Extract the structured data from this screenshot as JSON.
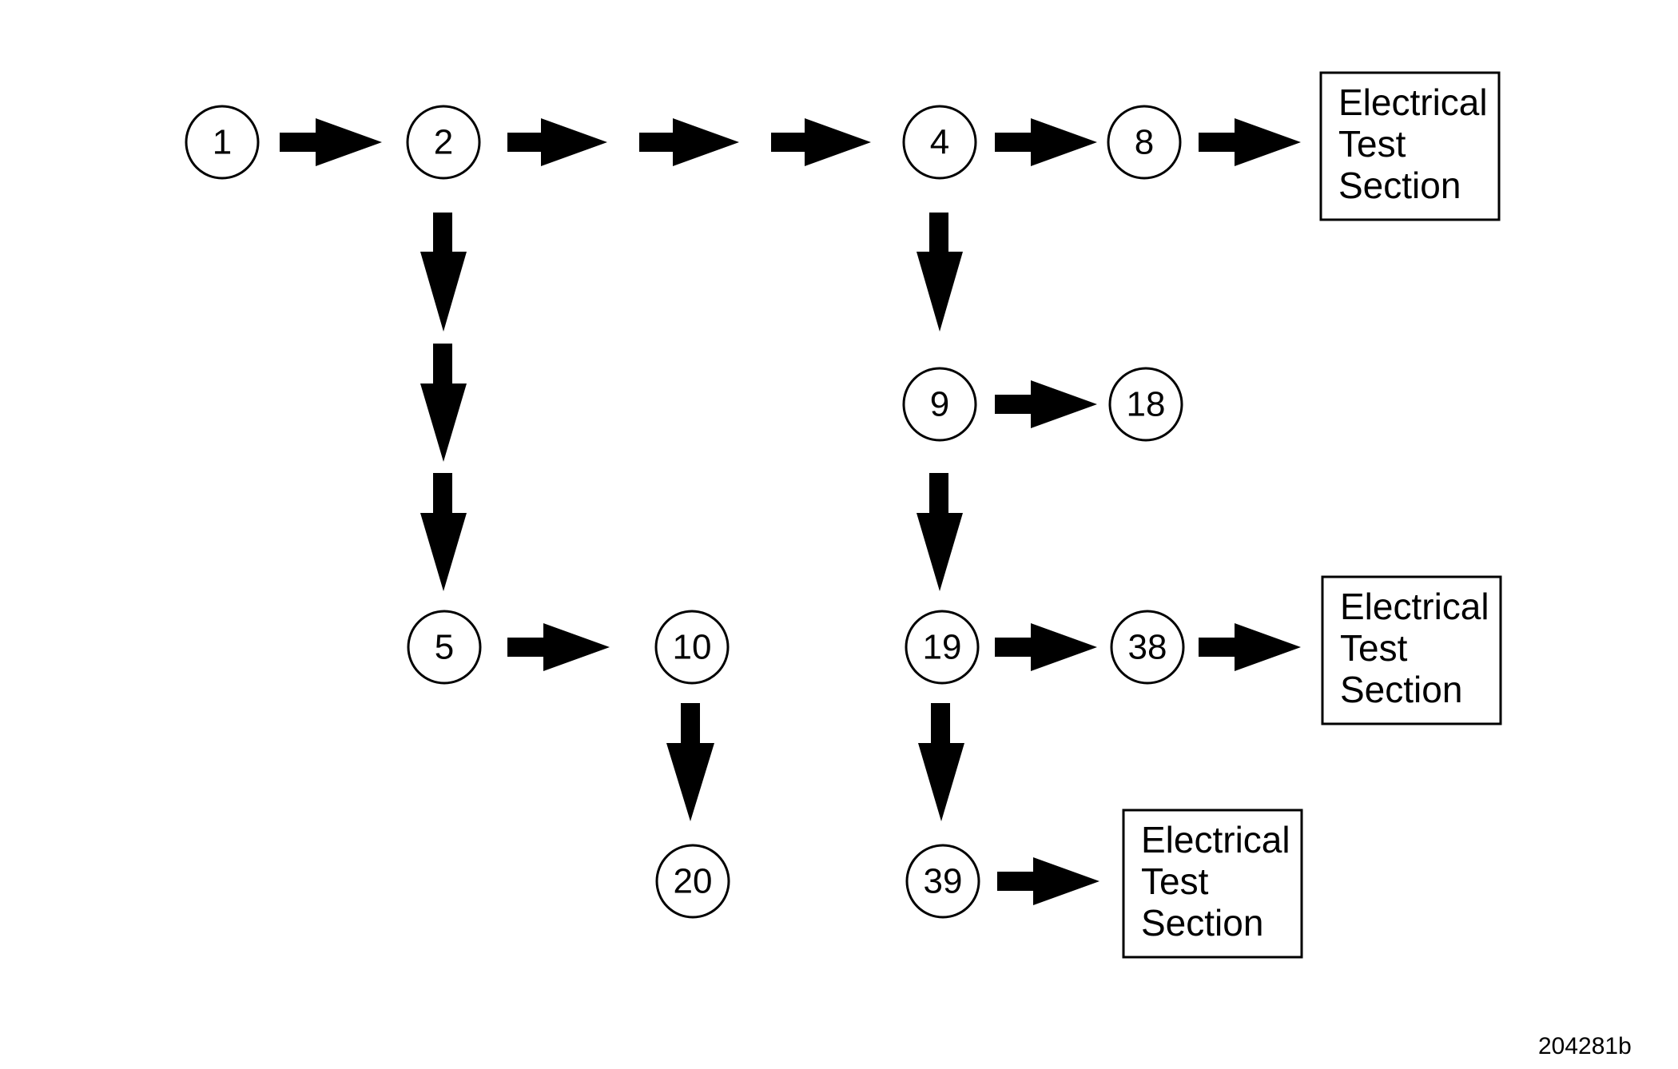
{
  "nodes": [
    {
      "id": "n1",
      "label": "1"
    },
    {
      "id": "n2",
      "label": "2"
    },
    {
      "id": "n4",
      "label": "4"
    },
    {
      "id": "n8",
      "label": "8"
    },
    {
      "id": "n9",
      "label": "9"
    },
    {
      "id": "n18",
      "label": "18"
    },
    {
      "id": "n5",
      "label": "5"
    },
    {
      "id": "n10",
      "label": "10"
    },
    {
      "id": "n19",
      "label": "19"
    },
    {
      "id": "n38",
      "label": "38"
    },
    {
      "id": "n20",
      "label": "20"
    },
    {
      "id": "n39",
      "label": "39"
    }
  ],
  "boxes": [
    {
      "id": "box-top",
      "lines": [
        "Electrical",
        "Test",
        "Section"
      ]
    },
    {
      "id": "box-middle",
      "lines": [
        "Electrical",
        "Test",
        "Section"
      ]
    },
    {
      "id": "box-bottom",
      "lines": [
        "Electrical",
        "Test",
        "Section"
      ]
    }
  ],
  "edges": [
    {
      "from": "n1",
      "to": "n2"
    },
    {
      "from": "n2",
      "to": "n4"
    },
    {
      "from": "n4",
      "to": "n8"
    },
    {
      "from": "n8",
      "to": "box-top"
    },
    {
      "from": "n2",
      "to": "n5"
    },
    {
      "from": "n4",
      "to": "n9"
    },
    {
      "from": "n9",
      "to": "n18"
    },
    {
      "from": "n9",
      "to": "n19"
    },
    {
      "from": "n5",
      "to": "n10"
    },
    {
      "from": "n10",
      "to": "n20"
    },
    {
      "from": "n19",
      "to": "n38"
    },
    {
      "from": "n38",
      "to": "box-middle"
    },
    {
      "from": "n19",
      "to": "n39"
    },
    {
      "from": "n39",
      "to": "box-bottom"
    }
  ],
  "reference_code": "204281b"
}
